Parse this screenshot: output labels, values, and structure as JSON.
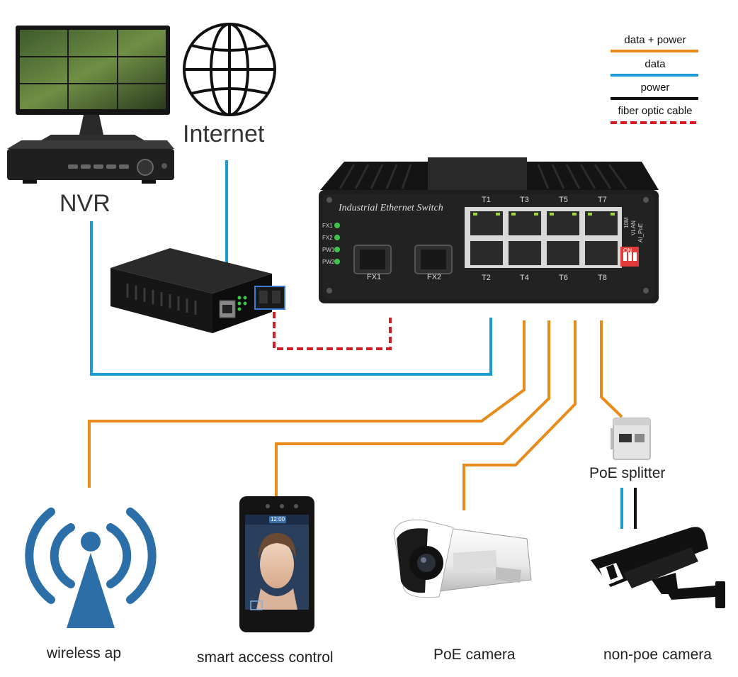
{
  "legend": {
    "items": [
      {
        "label": "data + power",
        "color": "#E98B1A",
        "style": "solid"
      },
      {
        "label": "data",
        "color": "#1C9AD6",
        "style": "solid"
      },
      {
        "label": "power",
        "color": "#111111",
        "style": "solid"
      },
      {
        "label": "fiber optic cable",
        "color": "#D21F26",
        "style": "dashed"
      }
    ]
  },
  "nodes": {
    "nvr": "NVR",
    "internet": "Internet",
    "switch_title": "Industrial Ethernet Switch",
    "fx1": "FX1",
    "fx2": "FX2",
    "led_labels": [
      "FX1",
      "FX2",
      "PW1",
      "PW2"
    ],
    "ports_top": [
      "T1",
      "T3",
      "T5",
      "T7"
    ],
    "ports_bottom": [
      "T2",
      "T4",
      "T6",
      "T8"
    ],
    "dip_labels": [
      "10M",
      "VLAN",
      "AI_PoE"
    ],
    "dip_on": "ON",
    "poe_splitter": "PoE splitter",
    "wireless_ap": "wireless ap",
    "smart_access": "smart access control",
    "poe_camera": "PoE camera",
    "non_poe_camera": "non-poe camera",
    "screen_time": "12:00"
  },
  "colors": {
    "data_power": "#E98B1A",
    "data": "#1C9AD6",
    "power": "#111111",
    "fiber": "#D21F26",
    "device_dark": "#1b1b1b",
    "wifi_blue": "#2C6FA8"
  },
  "icons": [
    "globe-icon",
    "wifi-icon",
    "monitor-icon",
    "nvr-recorder-icon",
    "media-converter-icon",
    "switch-icon",
    "access-terminal-icon",
    "bullet-camera-icon",
    "security-camera-icon",
    "poe-splitter-icon"
  ]
}
